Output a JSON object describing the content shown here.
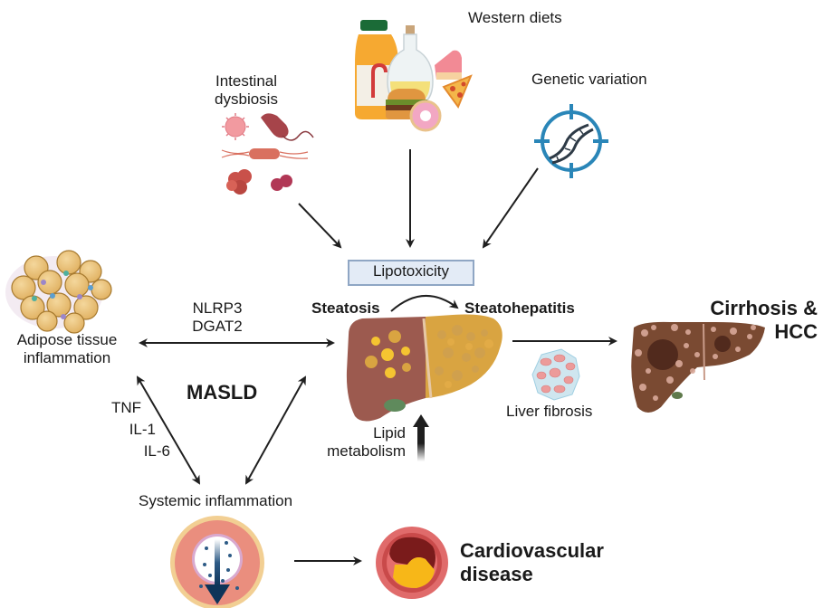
{
  "diagram": {
    "title": "MASLD",
    "risk_factors": [
      {
        "id": "intestinal",
        "label_lines": [
          "Intestinal",
          "dysbiosis"
        ],
        "icon": "bacteria-icon"
      },
      {
        "id": "western",
        "label": "Western diets",
        "icon": "junk-food-icon"
      },
      {
        "id": "genetic",
        "label": "Genetic variation",
        "icon": "dna-target-icon"
      }
    ],
    "center": {
      "box_label": "Lipotoxicity",
      "stage1": "Steatosis",
      "stage2": "Steatohepatitis",
      "lipid_lines": [
        "Lipid",
        "metabolism"
      ],
      "fibrosis": "Liver fibrosis"
    },
    "outcome": {
      "cirrhosis_lines": [
        "Cirrhosis &",
        "HCC"
      ]
    },
    "adipose": {
      "label_lines": [
        "Adipose tissue",
        "inflammation"
      ],
      "mediators": [
        "NLRP3",
        "DGAT2"
      ]
    },
    "cytokines": [
      "TNF",
      "IL-1",
      "IL-6"
    ],
    "systemic": {
      "label": "Systemic inflammation"
    },
    "cardio": {
      "label_lines": [
        "Cardiovascular",
        "disease"
      ]
    },
    "colors": {
      "arrow": "#1f1f1f",
      "liver_healthy": "#9c5a4f",
      "liver_fatty": "#d9a441",
      "cirrhotic": "#7a4a32",
      "dna_blue": "#2a86b8",
      "vessel_wall": "#e98b7c",
      "plaque_yellow": "#f7b718",
      "plaque_dark": "#7a1b1b",
      "box_border": "#8fa6c4",
      "box_fill": "#e3ebf6"
    }
  }
}
